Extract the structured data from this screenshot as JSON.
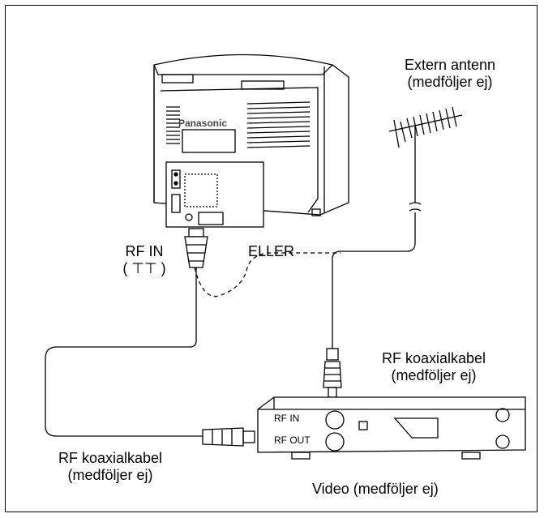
{
  "tv": {
    "brand": "Panasonic"
  },
  "antenna": {
    "line1": "Extern antenn",
    "line2": "(medföljer ej)"
  },
  "tv_input": {
    "label": "RF IN",
    "symbol": "( ⊤⊤ )"
  },
  "alt_connection": {
    "label": "ELLER"
  },
  "cable_vcr": {
    "line1": "RF koaxialkabel",
    "line2": "(medföljer ej)"
  },
  "cable_tv": {
    "line1": "RF koaxialkabel",
    "line2": "(medföljer ej)"
  },
  "vcr": {
    "rf_in": "RF IN",
    "rf_out": "RF OUT",
    "caption": "Video (medföljer ej)"
  }
}
